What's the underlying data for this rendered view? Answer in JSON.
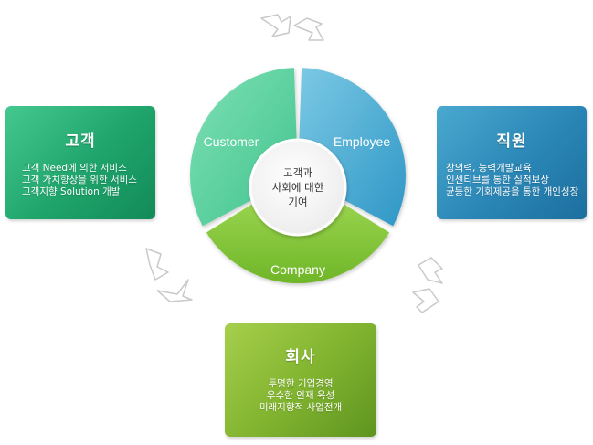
{
  "wheel": {
    "segments": {
      "customer": "Customer",
      "employee": "Employee",
      "company": "Company"
    },
    "hub": [
      "고객과",
      "사회에 대한",
      "기여"
    ]
  },
  "cards": {
    "customer": {
      "title": "고객",
      "lines": [
        "고객 Need에 의한 서비스",
        "고객 가치향상을 위한 서비스",
        "고객지향 Solution 개발"
      ]
    },
    "employee": {
      "title": "직원",
      "lines": [
        "창의력, 능력개발교육",
        "인센티브를 통한 실적보상",
        "균등한 기회제공을 통한 개인성장"
      ]
    },
    "company": {
      "title": "회사",
      "lines": [
        "투명한 기업경영",
        "우수한 인재 육성",
        "미래지향적 사업전개"
      ]
    }
  },
  "colors": {
    "customer": "#5fd6a3",
    "employee": "#5ab9db",
    "company": "#8ccd3c",
    "arrow": "#d9d9d9"
  }
}
